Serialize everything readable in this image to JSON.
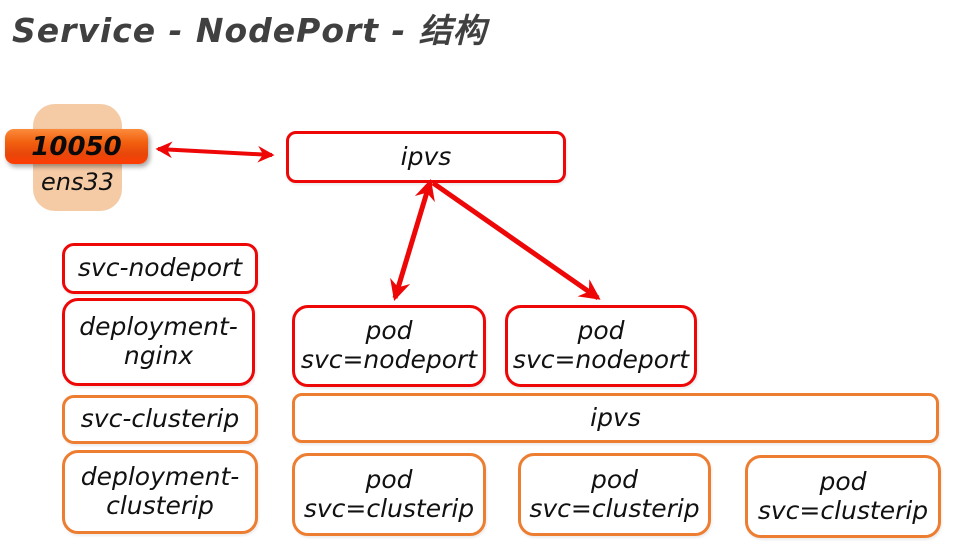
{
  "page": {
    "title": "Service - NodePort - 结构"
  },
  "colors": {
    "arrow_red": "#ee0707",
    "border_red": "#ee0707",
    "border_orange": "#ed7d31",
    "host_fill_peach": "#f5cba6",
    "port_bar_orange": "#f2600f",
    "title_text": "#404040",
    "label_text": "#111111"
  },
  "host_node": {
    "port": "10050",
    "interface": "ens33"
  },
  "nodeport_section": {
    "ipvs_label": "ipvs",
    "svc_label": "svc-nodeport",
    "deployment": {
      "lines": [
        "deployment-",
        "nginx"
      ]
    },
    "pods": [
      {
        "lines": [
          "pod",
          "svc=nodeport"
        ]
      },
      {
        "lines": [
          "pod",
          "svc=nodeport"
        ]
      }
    ]
  },
  "clusterip_section": {
    "ipvs_label": "ipvs",
    "svc_label": "svc-clusterip",
    "deployment": {
      "lines": [
        "deployment-",
        "clusterip"
      ]
    },
    "pods": [
      {
        "lines": [
          "pod",
          "svc=clusterip"
        ]
      },
      {
        "lines": [
          "pod",
          "svc=clusterip"
        ]
      },
      {
        "lines": [
          "pod",
          "svc=clusterip"
        ]
      }
    ]
  }
}
